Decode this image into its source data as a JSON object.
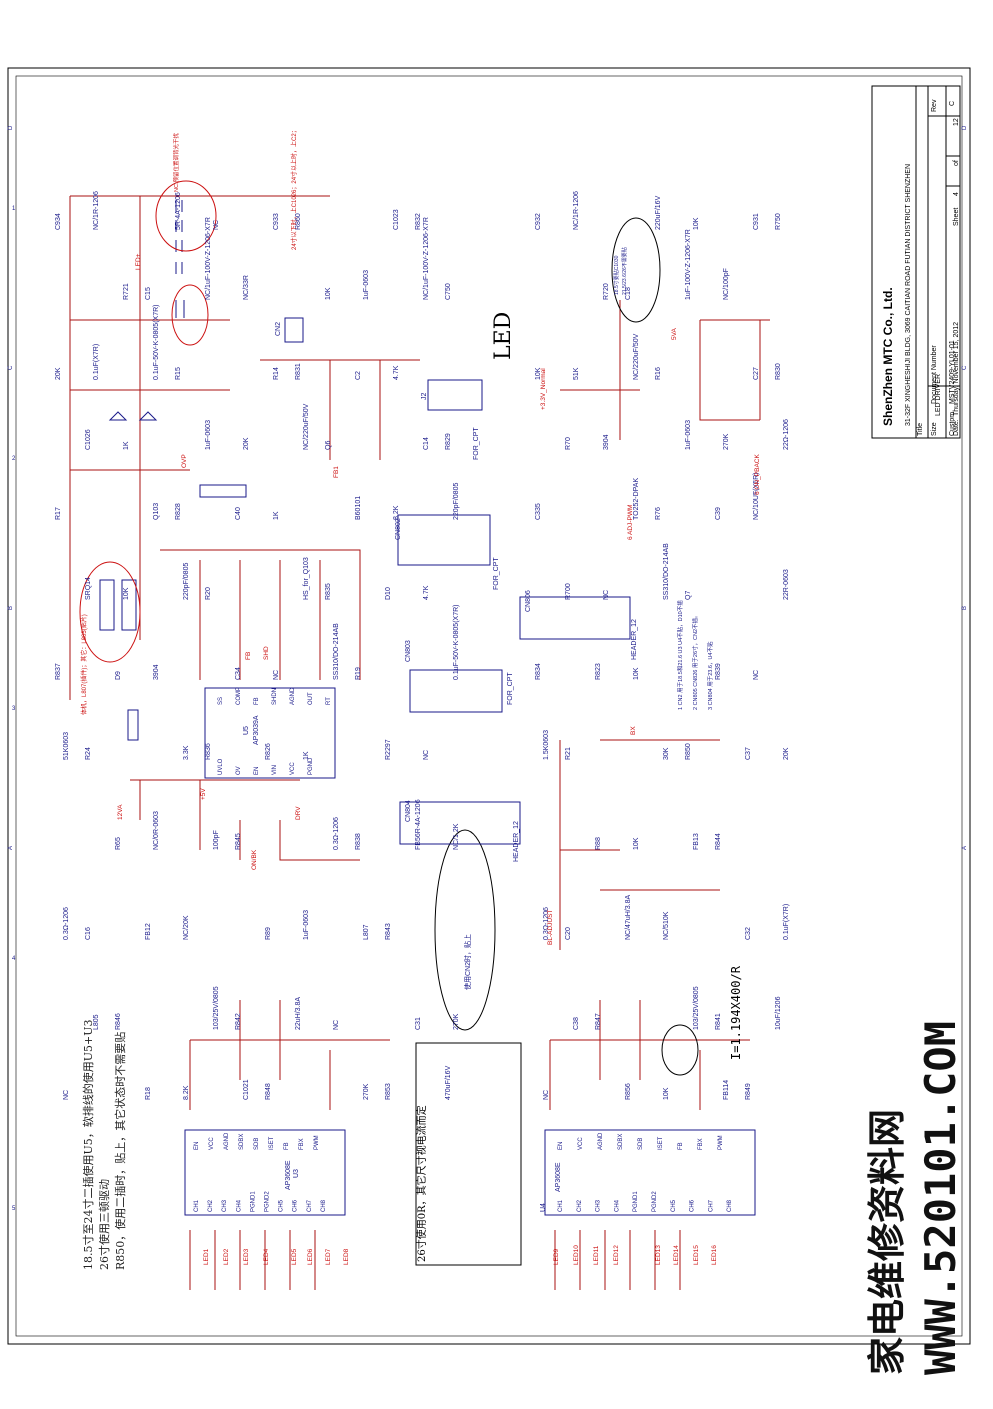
{
  "title_block": {
    "company": "ShenZhen MTC Co., Ltd.",
    "address": "31-32F XINGHESHIJI BLDG, 3069 CAITIAN ROAD FUTIAN DISTRICT SHENZHEN",
    "title_label": "Title",
    "title": "LED DRIVER",
    "size_label": "Size",
    "size": "Custom",
    "docnum_label": "Document Number",
    "docnum": "MSTV2409-YL01-01",
    "rev_label": "Rev",
    "rev": "C",
    "date_label": "Date:",
    "date": "Thursday, November 15, 2012",
    "sheet_label": "Sheet",
    "sheet": "4",
    "of_label": "of",
    "total": "12"
  },
  "border": {
    "cols": [
      "D",
      "C",
      "B",
      "A"
    ],
    "rows": [
      "1",
      "2",
      "3",
      "4",
      "5"
    ]
  },
  "heading_led": "LED",
  "notes": {
    "main": [
      "18.5寸至24寸二插使用U5，软排线的使用U5+U3",
      "26寸使用三顿驱动",
      "R850，使用二插时，贴上，其它状态时不需要贴"
    ],
    "current": "I=1.194X400/R",
    "nc_note": "NC:预留位置调背光干扰",
    "box_note": "26寸使用0R，其它尺寸视电流而定",
    "body_note": "体机，L807(插件)；其它：L805(贴片)",
    "cap_note": "24寸以下时，上C1026；24寸以上时，上C2；",
    "nc_r850": "使用CN2时，贴上",
    "cn_notes": [
      "1 CN2 用于18.5和21.6 U3  U4不贴，D10不插",
      "2 CN805 CN826 用于26寸，CN2不插。",
      "3 CN804 用于23.6，U4不贴"
    ],
    "q_note": [
      "18.5寸要贴C1030",
      "21.5/23.6/26不需要贴"
    ]
  },
  "ic": {
    "u5": {
      "ref": "U5",
      "part": "AP3039A",
      "pins_top": [
        "SS",
        "COMP",
        "FB",
        "SHDN",
        "AGND",
        "OUT",
        "RT"
      ],
      "pins_bottom": [
        "UVLO",
        "OV",
        "EN",
        "VIN",
        "VCC",
        "PGND"
      ]
    },
    "u3": {
      "ref": "U3",
      "part": "AP3608E",
      "pins_left": [
        "EN",
        "VCC",
        "AGND",
        "SDBX",
        "SDB",
        "ISET",
        "FB",
        "FBX",
        "PWM"
      ],
      "pins_right": [
        "CH1",
        "CH2",
        "CH3",
        "CH4",
        "PGND1",
        "PGND2",
        "CH5",
        "CH6",
        "CH7",
        "CH8"
      ]
    },
    "u4": {
      "ref": "U4",
      "part": "AP3608E",
      "pins_left": [
        "EN",
        "VCC",
        "AGND",
        "SDBX",
        "SDB",
        "ISET",
        "FB",
        "FBX",
        "PWM"
      ],
      "pins_right": [
        "CH1",
        "CH2",
        "CH3",
        "CH4",
        "PGND1",
        "PGND2",
        "CH5",
        "CH6",
        "CH7",
        "CH8"
      ]
    }
  },
  "connectors": {
    "j2": "J2",
    "cn802": "CN802",
    "cn803": "CN803",
    "cn804": "CN804",
    "cn806": "CN806",
    "cn2": "CN2",
    "header12": "HEADER_12",
    "for_cpt": "FOR_CPT"
  },
  "labels": [
    "C934",
    "C933",
    "C932",
    "C931",
    "NC/1uF-100V-Z-1206-X7R",
    "NC/1uF-100V-Z-1206-X7R",
    "1uF-100V-Z-1206-X7R",
    "0.1uF-50V-K-0805(X7R)",
    "C2",
    "NC/220uF/50V",
    "C1026",
    "NC/220uF/50V",
    "R70",
    "22Ω-1206",
    "C40",
    "220pF/0805",
    "C39",
    "220pF/0805",
    "D10",
    "SS310/DO-214AB",
    "D9",
    "SS310/DO-214AB",
    "R823",
    "51K0603",
    "R826",
    "1.5K0603",
    "C37",
    "100pF",
    "FB56R-4A-1206",
    "FB13",
    "FB12",
    "L807",
    "NC/47uH/3.8A",
    "L805",
    "22uH/3.8A",
    "C38",
    "10uF/1206",
    "C1021",
    "470uF/16V",
    "FB114",
    "5R-4A-1206",
    "C1023",
    "220uF/16V",
    "R721",
    "10K",
    "R720",
    "20K",
    "R14",
    "10K",
    "C27",
    "1uF-0603",
    "C14",
    "1uF-0603",
    "Q103",
    "B60101",
    "TO252-DPAK",
    "SRQ14",
    "HS_for_Q103",
    "R700",
    "22R-0603",
    "C34",
    "0.1uF-50V-K-0805(X7R)",
    "R839",
    "3.3K",
    "R2297",
    "30K",
    "R65",
    "0.3Ω-1206",
    "R88",
    "0.3Ω-1206",
    "R89",
    "0.3Ω-1206",
    "C32",
    "103/25V/0805",
    "C31",
    "103/25V/0805",
    "R18",
    "270K",
    "R856",
    "NC/1R-1206",
    "R860",
    "NC/1R-1206",
    "R750",
    "NC/33R",
    "C750",
    "NC/100pF",
    "R15",
    "4.7K",
    "R16",
    "1K",
    "Q6",
    "3904",
    "R17",
    "1K",
    "C335",
    "NC/10UF(X5R)",
    "R20",
    "4.7K",
    "Q7",
    "3904",
    "R19",
    "10K",
    "R24",
    "1K",
    "R21",
    "20K",
    "R845",
    "NC/1.2K",
    "R844",
    "NC/20K",
    "R843",
    "NC/510K",
    "R846",
    "NC",
    "R847",
    "NC",
    "R848",
    "NC",
    "R849",
    "NC",
    "R832",
    "10K",
    "C15",
    "1uF-0603",
    "C18",
    "0.1uF(X7R)",
    "R831",
    "51K",
    "R830",
    "20K",
    "R829",
    "270K",
    "R828",
    "8.2K",
    "R76",
    "10K",
    "R835",
    "NC",
    "R837",
    "NC",
    "R834",
    "NC",
    "R836",
    "NC",
    "R850",
    "NC/0R-0603",
    "R838",
    "10K",
    "C16",
    "1uF-0603",
    "C20",
    "0.1uF(X7R)",
    "R842",
    "270K",
    "R841",
    "8.2K",
    "R853",
    "10K"
  ],
  "nets": [
    "LED+",
    "OVP",
    "12VA",
    "+5V",
    "DRV",
    "FB",
    "SHD",
    "ON/BK",
    "BL-ADJUST",
    "6 ADJ-PWM",
    "6 ON_PBACK",
    "5VA",
    "FB1",
    "BX",
    "+3.3V_Normal",
    "LED1",
    "LED2",
    "LED3",
    "LED4",
    "LED5",
    "LED6",
    "LED7",
    "LED8",
    "LED9",
    "LED10",
    "LED11",
    "LED12",
    "LED13",
    "LED14",
    "LED15",
    "LED16"
  ],
  "colors": {
    "wire": "#aa1111",
    "component": "#1a1a8a",
    "note": "#cc1111",
    "ink": "#000000"
  },
  "watermark": "WWW.520101.COM",
  "watermark_cn": "家电维修资料网"
}
